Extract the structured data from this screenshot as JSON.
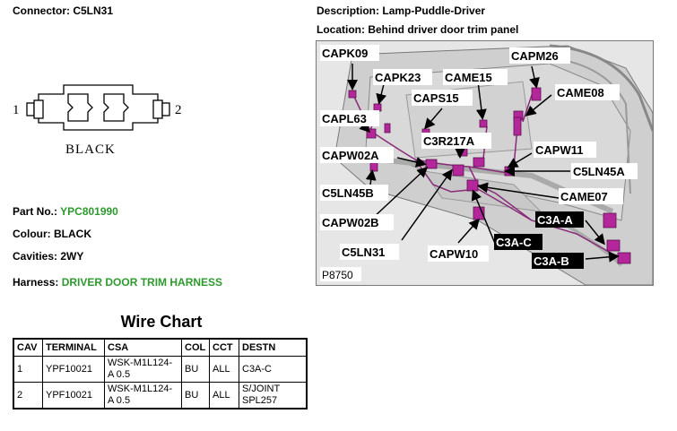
{
  "connector": {
    "label": "Connector:",
    "value": "C5LN31"
  },
  "description": {
    "label": "Description:",
    "value": "Lamp-Puddle-Driver"
  },
  "location": {
    "label": "Location:",
    "value": "Behind driver door trim panel"
  },
  "connector_drawing": {
    "pin_left": "1",
    "pin_right": "2",
    "color_label": "BLACK"
  },
  "part_no": {
    "label": "Part No.:",
    "value": "YPC801990"
  },
  "colour": {
    "label": "Colour:",
    "value": "BLACK"
  },
  "cavities": {
    "label": "Cavities:",
    "value": "2WY"
  },
  "harness": {
    "label": "Harness:",
    "value": "DRIVER DOOR TRIM HARNESS"
  },
  "photo": {
    "ref": "P8750",
    "callouts": [
      "CAPK09",
      "CAPK23",
      "CAME15",
      "CAPM26",
      "CAPS15",
      "CAME08",
      "CAPL63",
      "C3R217A",
      "CAPW11",
      "CAPW02A",
      "C5LN45A",
      "C5LN45B",
      "CAME07",
      "CAPW02B",
      "C5LN31",
      "CAPW10"
    ],
    "dark_callouts": [
      "C3A-A",
      "C3A-C",
      "C3A-B"
    ]
  },
  "wire_chart": {
    "title": "Wire Chart",
    "headers": [
      "CAV",
      "TERMINAL",
      "CSA",
      "COL",
      "CCT",
      "DESTN"
    ],
    "rows": [
      [
        "1",
        "YPF10021",
        "WSK-M1L124-A 0.5",
        "BU",
        "ALL",
        "C3A-C"
      ],
      [
        "2",
        "YPF10021",
        "WSK-M1L124-A 0.5",
        "BU",
        "ALL",
        "S/JOINT SPL257"
      ]
    ]
  },
  "colors": {
    "harness_green": "#2e9a2e",
    "connector_magenta": "#b4279b",
    "wire_purple": "#8a2b7a",
    "photo_bg": "#e6e6e6"
  }
}
